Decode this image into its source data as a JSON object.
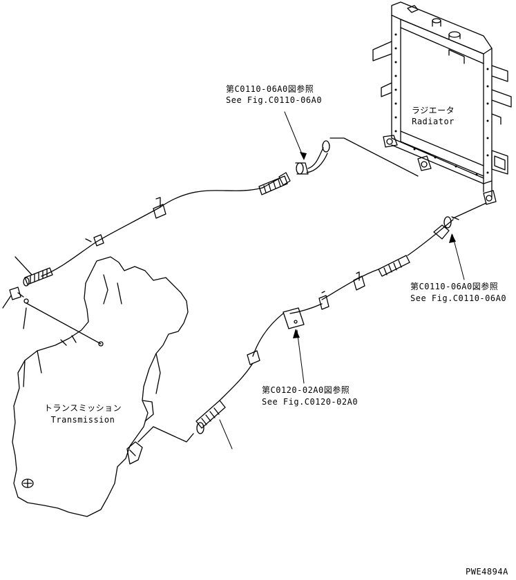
{
  "labels": {
    "ref_top_jp": "第C0110-06A0図参照",
    "ref_top_en": "See Fig.C0110-06A0",
    "radiator_jp": "ラジエータ",
    "radiator_en": "Radiator",
    "ref_right_jp": "第C0110-06A0図参照",
    "ref_right_en": "See Fig.C0110-06A0",
    "ref_mid_jp": "第C0120-02A0図参照",
    "ref_mid_en": "See Fig.C0120-02A0",
    "transmission_jp": "トランスミッション",
    "transmission_en": "Transmission",
    "drawing_no": "PWE4894A"
  }
}
